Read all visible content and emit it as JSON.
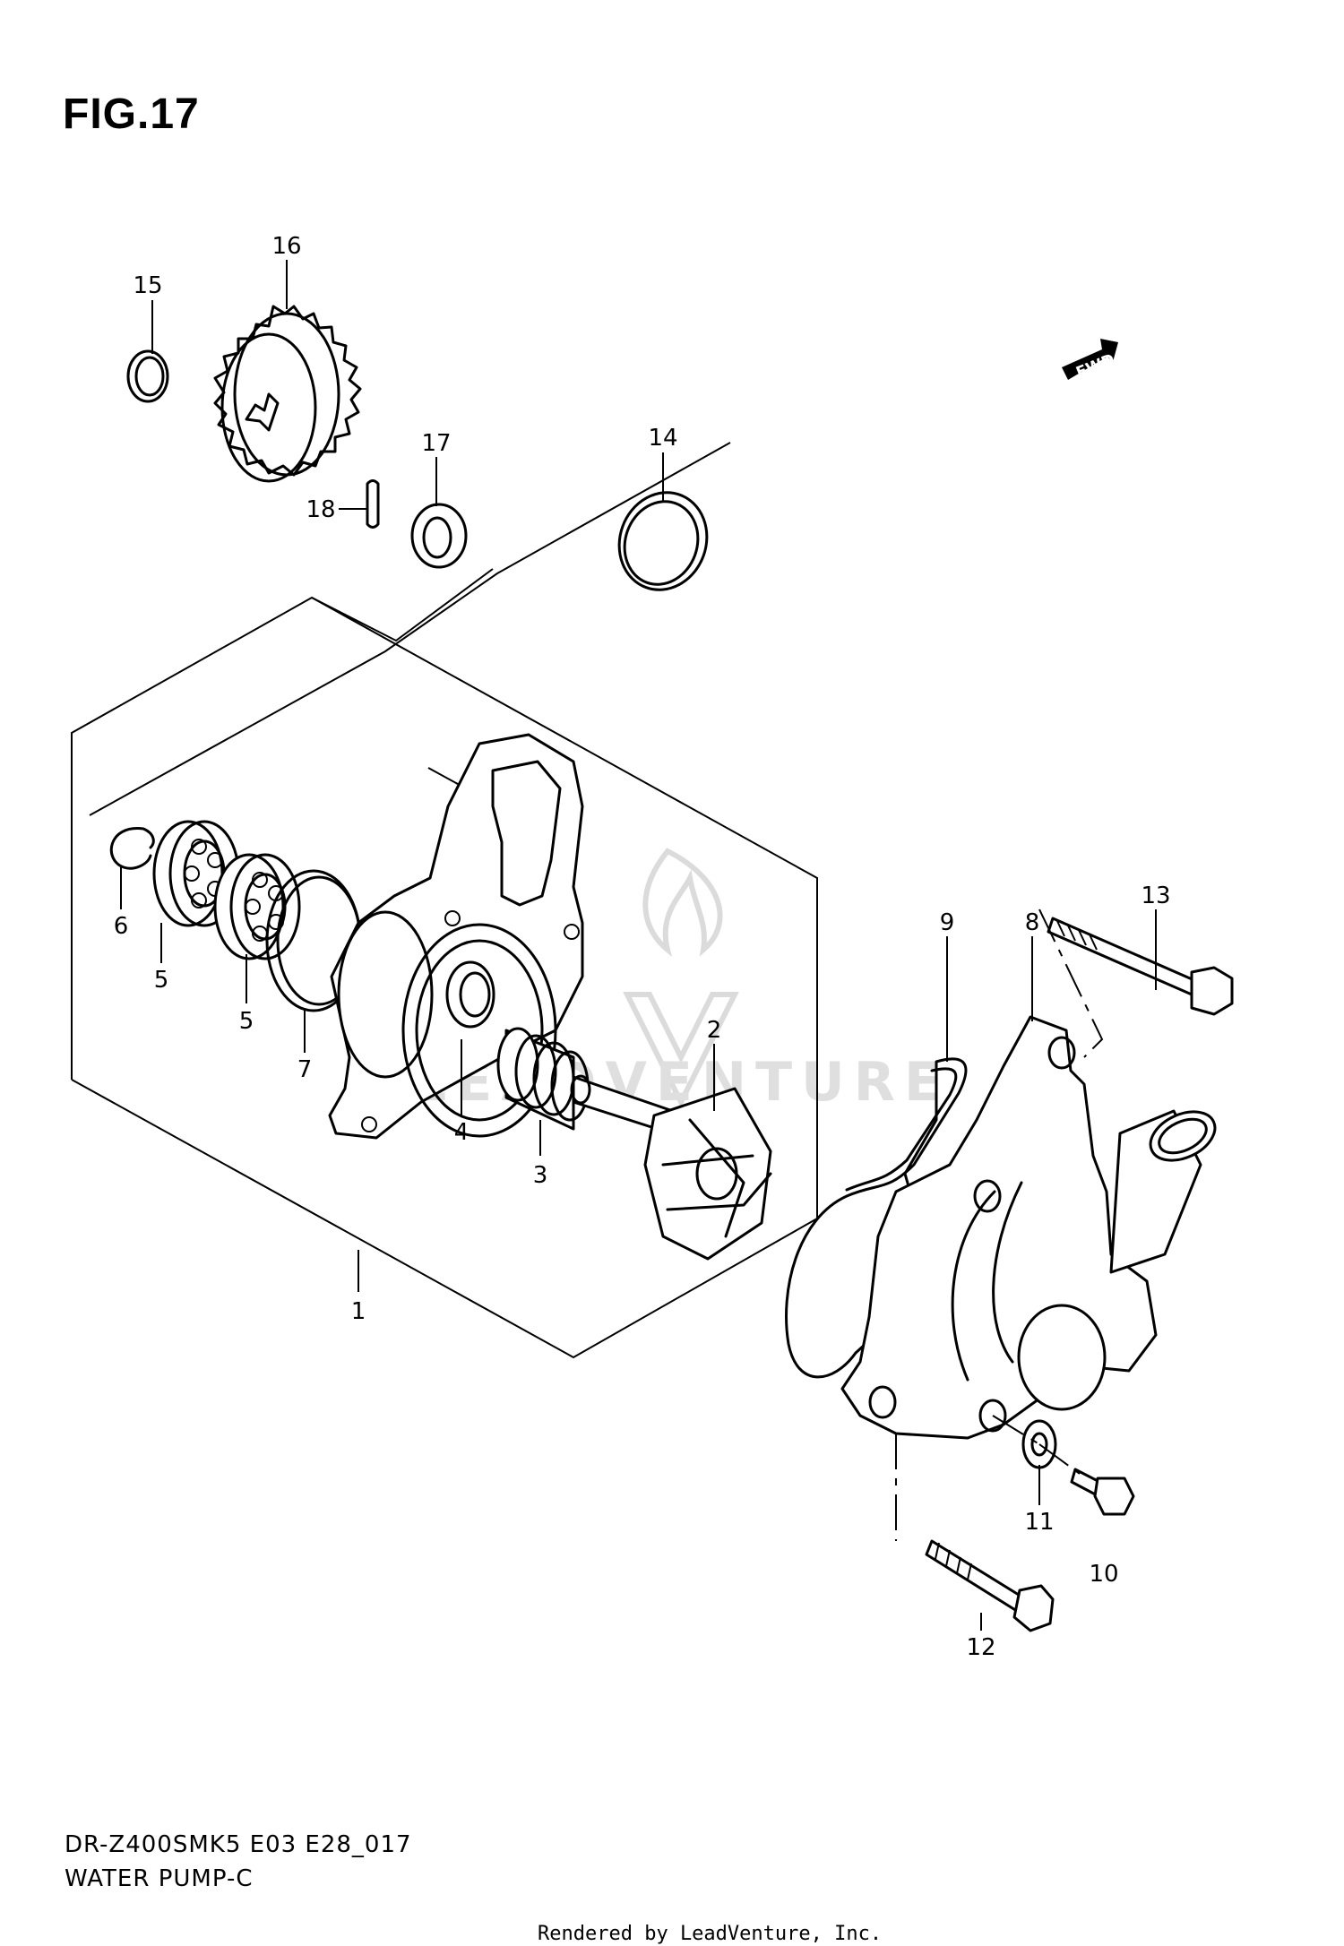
{
  "figure": {
    "title": "FIG.17"
  },
  "footer": {
    "model_code": "DR-Z400SMK5 E03 E28_017",
    "section_name": "WATER PUMP-C",
    "rendered_by": "Rendered by LeadVenture, Inc."
  },
  "watermark": {
    "text": "LEADVENTURE"
  },
  "fwd_indicator": {
    "label": "FWD"
  },
  "callouts": [
    {
      "id": "1",
      "label": "1"
    },
    {
      "id": "2",
      "label": "2"
    },
    {
      "id": "3",
      "label": "3"
    },
    {
      "id": "4",
      "label": "4"
    },
    {
      "id": "5a",
      "label": "5"
    },
    {
      "id": "5b",
      "label": "5"
    },
    {
      "id": "6",
      "label": "6"
    },
    {
      "id": "7",
      "label": "7"
    },
    {
      "id": "8",
      "label": "8"
    },
    {
      "id": "9",
      "label": "9"
    },
    {
      "id": "10",
      "label": "10"
    },
    {
      "id": "11",
      "label": "11"
    },
    {
      "id": "12",
      "label": "12"
    },
    {
      "id": "13",
      "label": "13"
    },
    {
      "id": "14",
      "label": "14"
    },
    {
      "id": "15",
      "label": "15"
    },
    {
      "id": "16",
      "label": "16"
    },
    {
      "id": "17",
      "label": "17"
    },
    {
      "id": "18",
      "label": "18"
    }
  ]
}
